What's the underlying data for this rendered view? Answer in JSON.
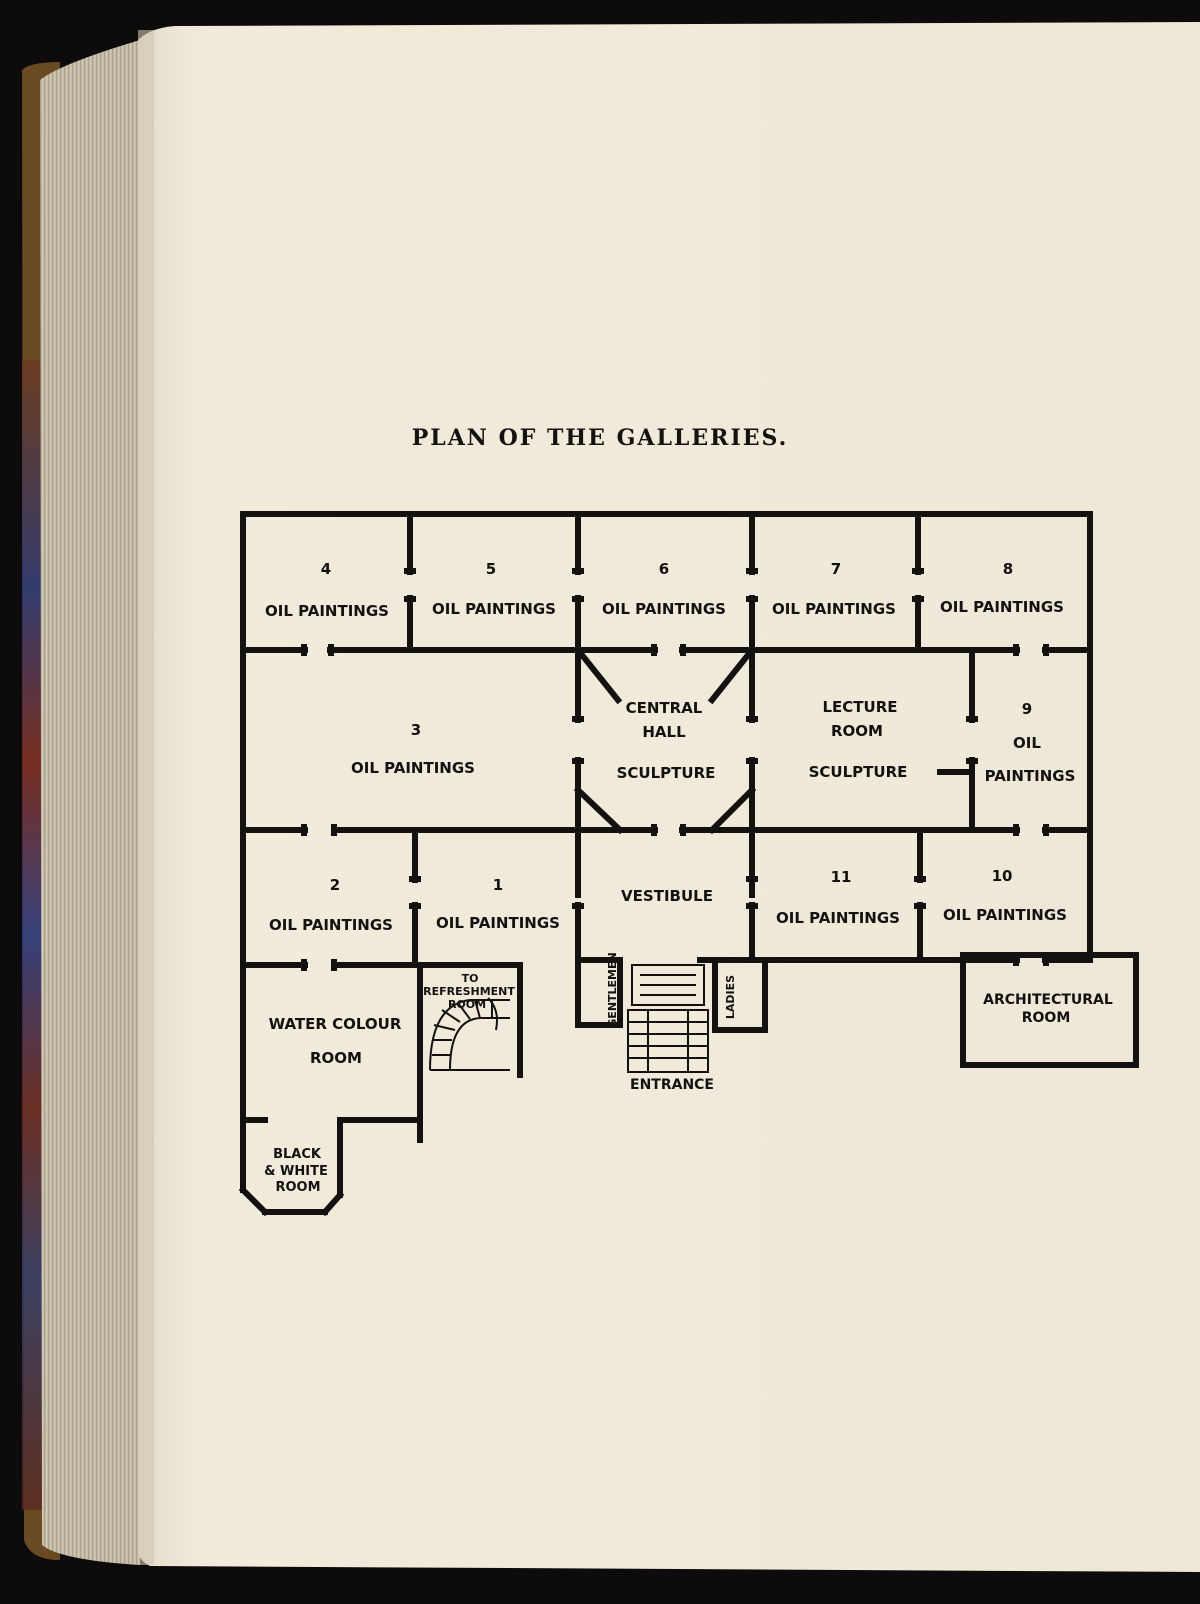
{
  "page": {
    "title": "PLAN OF THE GALLERIES."
  },
  "rooms": {
    "r4": {
      "number": "4",
      "label": "OIL PAINTINGS"
    },
    "r5": {
      "number": "5",
      "label": "OIL PAINTINGS"
    },
    "r6": {
      "number": "6",
      "label": "OIL PAINTINGS"
    },
    "r7": {
      "number": "7",
      "label": "OIL PAINTINGS"
    },
    "r8": {
      "number": "8",
      "label": "OIL PAINTINGS"
    },
    "r3": {
      "number": "3",
      "label": "OIL PAINTINGS"
    },
    "r9": {
      "number": "9",
      "label1": "OIL",
      "label2": "PAINTINGS"
    },
    "r2": {
      "number": "2",
      "label": "OIL PAINTINGS"
    },
    "r1": {
      "number": "1",
      "label": "OIL PAINTINGS"
    },
    "r11": {
      "number": "11",
      "label": "OIL PAINTINGS"
    },
    "r10": {
      "number": "10",
      "label": "OIL PAINTINGS"
    },
    "central_hall": {
      "line1": "CENTRAL",
      "line2": "HALL",
      "line3": "SCULPTURE"
    },
    "lecture_room": {
      "line1": "LECTURE",
      "line2": "ROOM",
      "line3": "SCULPTURE"
    },
    "vestibule": "VESTIBULE",
    "water_colour": {
      "line1": "WATER COLOUR",
      "line2": "ROOM"
    },
    "black_white": {
      "line1": "BLACK",
      "line2": "& WHITE",
      "line3": "ROOM"
    },
    "refreshment": {
      "line1": "TO",
      "line2": "REFRESHMENT",
      "line3": "ROOM"
    },
    "gentlemen": "GENTLEMEN",
    "ladies": "LADIES",
    "entrance": "ENTRANCE",
    "architectural": {
      "line1": "ARCHITECTURAL",
      "line2": "ROOM"
    }
  }
}
